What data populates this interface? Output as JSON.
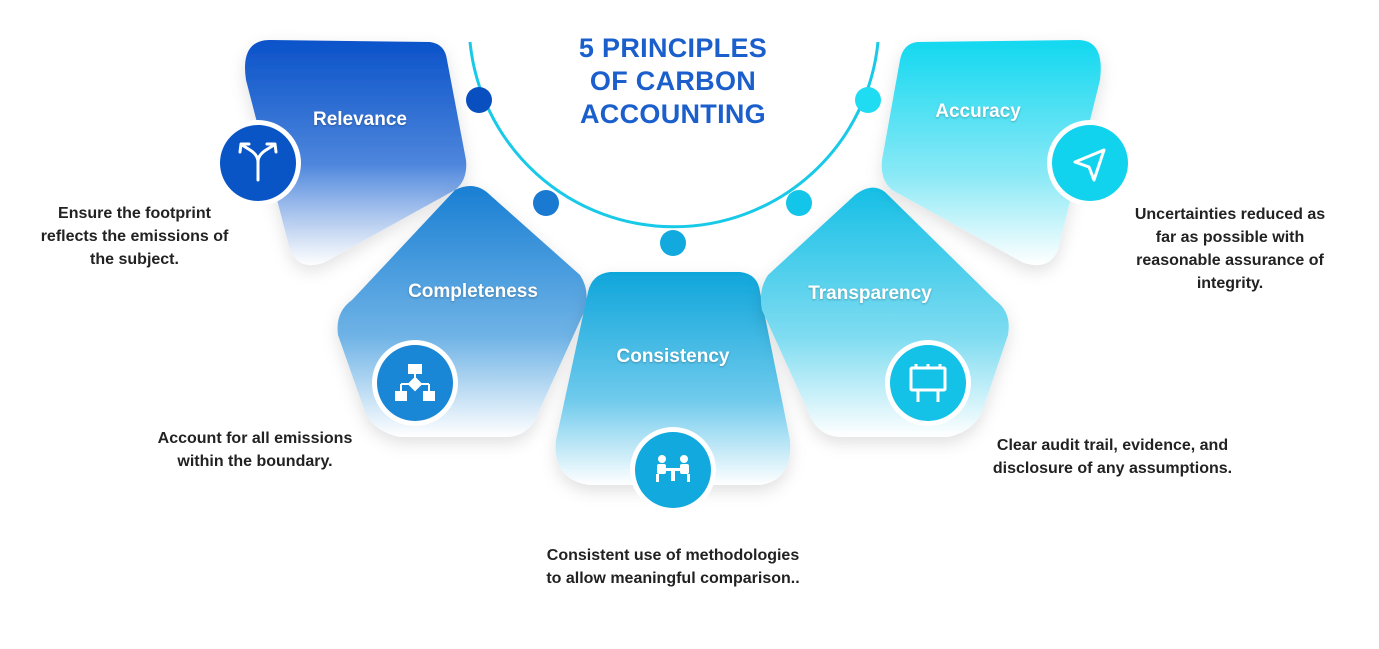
{
  "title": {
    "lines": [
      "5 PRINCIPLES",
      "OF CARBON",
      "ACCOUNTING"
    ]
  },
  "principles": [
    {
      "name": "Relevance",
      "icon": "split-arrow-icon",
      "description": [
        "Ensure the footprint",
        "reflects the emissions of",
        "the subject."
      ],
      "color": "#0a55c6"
    },
    {
      "name": "Completeness",
      "icon": "flowchart-icon",
      "description": [
        "Account for all emissions",
        "within the boundary."
      ],
      "color": "#1a86d6"
    },
    {
      "name": "Consistency",
      "icon": "meeting-table-icon",
      "description": [
        "Consistent use of methodologies",
        "to allow meaningful comparison.."
      ],
      "color": "#12a9de"
    },
    {
      "name": "Transparency",
      "icon": "billboard-icon",
      "description": [
        "Clear audit trail, evidence, and",
        "disclosure of any assumptions."
      ],
      "color": "#13c2e6"
    },
    {
      "name": "Accuracy",
      "icon": "navigation-arrow-icon",
      "description": [
        "Uncertainties reduced as",
        "far as possible with",
        "reasonable assurance of",
        "integrity."
      ],
      "color": "#12d3ee"
    }
  ]
}
